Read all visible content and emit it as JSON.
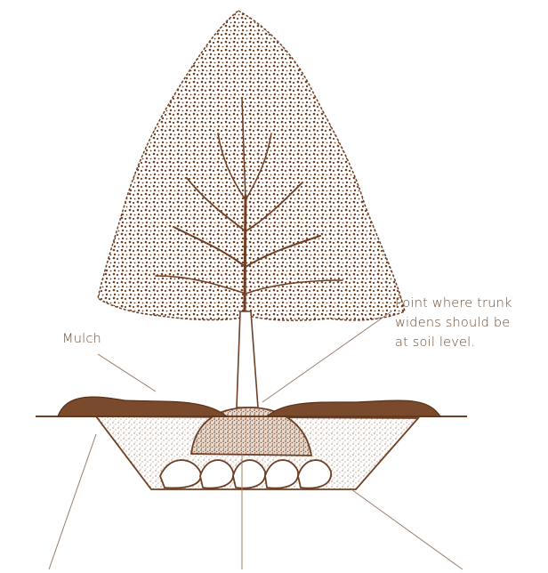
{
  "labels": {
    "mulch": "Mulch",
    "trunk_line_1": "Point where trunk",
    "trunk_line_2": "widens should be",
    "trunk_line_3": "at soil level."
  },
  "colors": {
    "ink": "#6b4a30",
    "foliage": "#7a4a2c",
    "soil_fill": "#b89a84",
    "mulch": "#6e3f24",
    "leader_line": "#9a7d6a"
  },
  "icons": {
    "tree": "tree-illustration",
    "planting_hole": "planting-hole-cross-section"
  }
}
